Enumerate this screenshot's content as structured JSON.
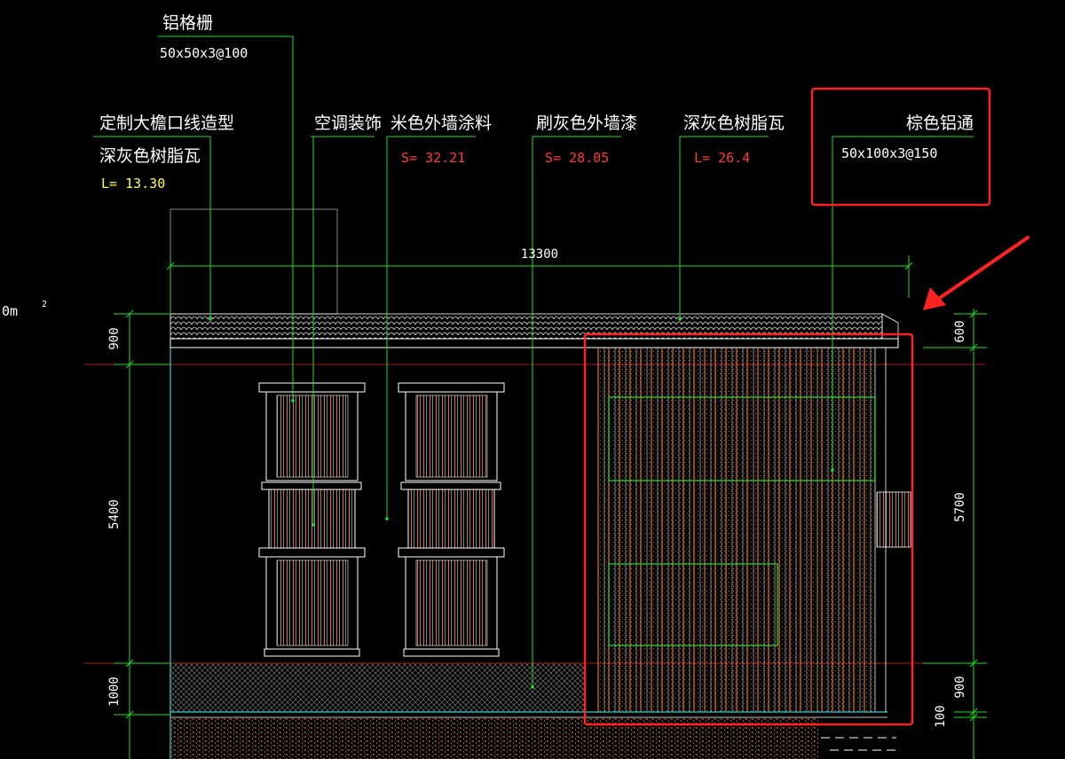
{
  "labels": {
    "aluminum_grille": "铝格栅",
    "aluminum_grille_spec": "50x50x3@100",
    "eave_line": "定制大檐口线造型",
    "eave_tile": "深灰色树脂瓦",
    "eave_tile_length": "L=  13.30",
    "ac_decoration": "空调装饰",
    "beige_paint": "米色外墙涂料",
    "beige_paint_area": "S=  32.21",
    "gray_paint": "刷灰色外墙漆",
    "gray_paint_area": "S=  28.05",
    "dark_tile": "深灰色树脂瓦",
    "dark_tile_length": "L=  26.4",
    "brown_tube": "棕色铝通",
    "brown_tube_spec": "50x100x3@150",
    "left_fragment": "0m",
    "left_superscript": "2"
  },
  "dimensions": {
    "overall_width": "13300",
    "left_top": "900",
    "left_middle": "5400",
    "left_bottom": "1000",
    "right_top": "600",
    "right_middle": "5700",
    "right_bottom": "900",
    "right_base": "100"
  },
  "colors": {
    "leader_green": "#22dd22",
    "highlight_red": "#ff2222",
    "wall_cyan": "#33cccc",
    "grille_orange": "#e0702a",
    "datum_red": "#aa1a1a"
  }
}
